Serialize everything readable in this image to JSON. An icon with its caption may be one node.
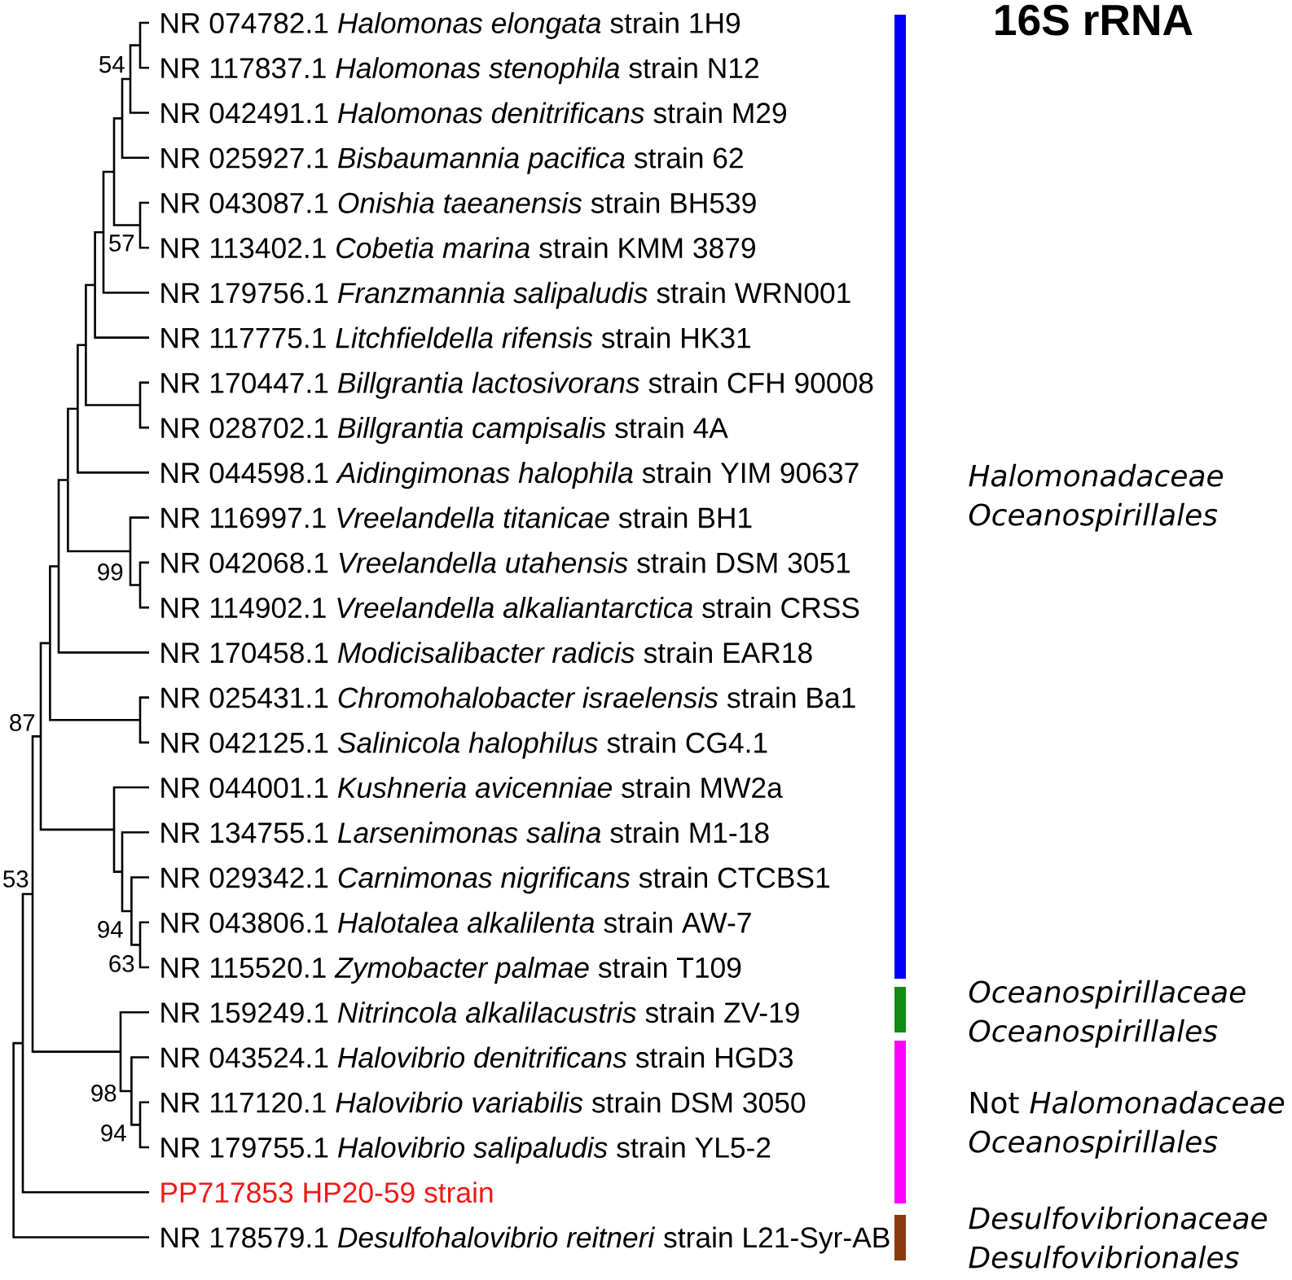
{
  "diagram": {
    "title": "16S rRNA",
    "labels": [
      "NR 074782.1 *Halomonas elongata* strain 1H9",
      "54",
      "NR 117837.1 *Halomonas stenophila* strain N12",
      "NR 042491.1 *Halomonas denitrificans* strain M29",
      "NR 025927.1 *Bisbaumannia pacifica* strain 62",
      "NR 043087.1 *Onishia taeanensis* strain BH539",
      "57",
      "NR 113402.1 *Cobetia marina* strain KMM 3879",
      "NR 179756.1 *Franzmannia salipaludis* strain WRN001",
      "NR 117775.1 *Litchfieldella rifensis* strain HK31",
      "NR 170447.1 *Billgrantia lactosivorans* strain CFH 90008",
      "NR 028702.1 *Billgrantia campisalis* strain 4A",
      "NR 044598.1 *Aidingimonas halophila* strain YIM 90637",
      "Halomonadaceae Oceanospirillales",
      "NR 116997.1 *Vreelandella titanicae* strain BH1",
      "99",
      "NR 042068.1 *Vreelandella utahensis* strain DSM 3051",
      "NR 114902.1 *Vreelandella alkaliantarctica* strain CRSS",
      "NR 170458.1 *Modicisalibacter radicis* strain EAR18",
      "87",
      "NR 025431.1 *Chromohalobacter israelensis* strain Ba1",
      "NR 042125.1 *Salinicola halophilus* strain CG4.1",
      "NR 044001.1 *Kushneria avicenniae* strain MW2a",
      "NR 134755.1 *Larsenimonas salina* strain M1-18",
      "53",
      "NR 029342.1 *Carnimonas nigrificans* strain CTCBS1",
      "94",
      "NR 043806.1 *Halotalea alkalilenta* strain AW-7",
      "63",
      "NR 115520.1 *Zymobacter palmae* strain T109",
      "NR 159249.1 *Nitrincola alkalilacustris* strain ZV-19",
      "Oceanospirillaceae Oceanospirillales",
      "NR 043524.1 *Halovibrio denitrificans* strain HGD3",
      "98",
      "NR 117120.1 *Halovibrio variabilis* strain DSM 3050",
      "Not *Halomonadaceae Oceanospirillales*",
      "94",
      "NR 179755.1 *Halovibrio salipaludis* strain YL5-2",
      "PP717853 HP20-59 strain",
      "NR 178579.1 *Desulfohalovibrio reitneri* strain L21-Syr-AB",
      "Desulfovibrionaceae Desulfovibrionales"
    ]
  }
}
